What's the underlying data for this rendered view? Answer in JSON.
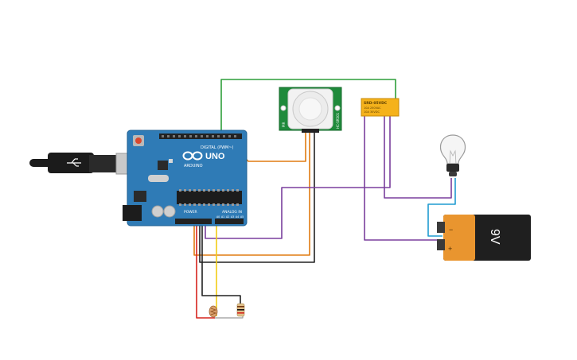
{
  "arduino": {
    "brand": "ARDUINO",
    "model": "UNO",
    "digital_label": "DIGITAL (PWM~)",
    "power_label": "POWER",
    "analog_label": "ANALOG IN",
    "analog_pins": [
      "A0",
      "A1",
      "A2",
      "A3",
      "A4",
      "A5"
    ],
    "board_color": "#2f7bb6"
  },
  "pir_sensor": {
    "side_left": "PIR",
    "side_right": "HC-SR501"
  },
  "relay": {
    "model": "SRD-05VDC",
    "line2": "10A 250VAC",
    "line3": "10A 30VDC",
    "color": "#f5b21b"
  },
  "battery": {
    "label": "9V",
    "minus": "−",
    "plus": "+"
  },
  "wire_colors": {
    "green": "#2e9e3a",
    "orange": "#e07b12",
    "black": "#222222",
    "purple": "#7a3f9d",
    "red": "#d6241d",
    "yellow": "#f2cc14",
    "cyan": "#1f9bd1",
    "grey": "#9a9a9a"
  },
  "components": [
    "usb-cable",
    "arduino-uno",
    "pir-sensor",
    "relay",
    "light-bulb",
    "battery-9v",
    "photoresistor",
    "resistor"
  ]
}
